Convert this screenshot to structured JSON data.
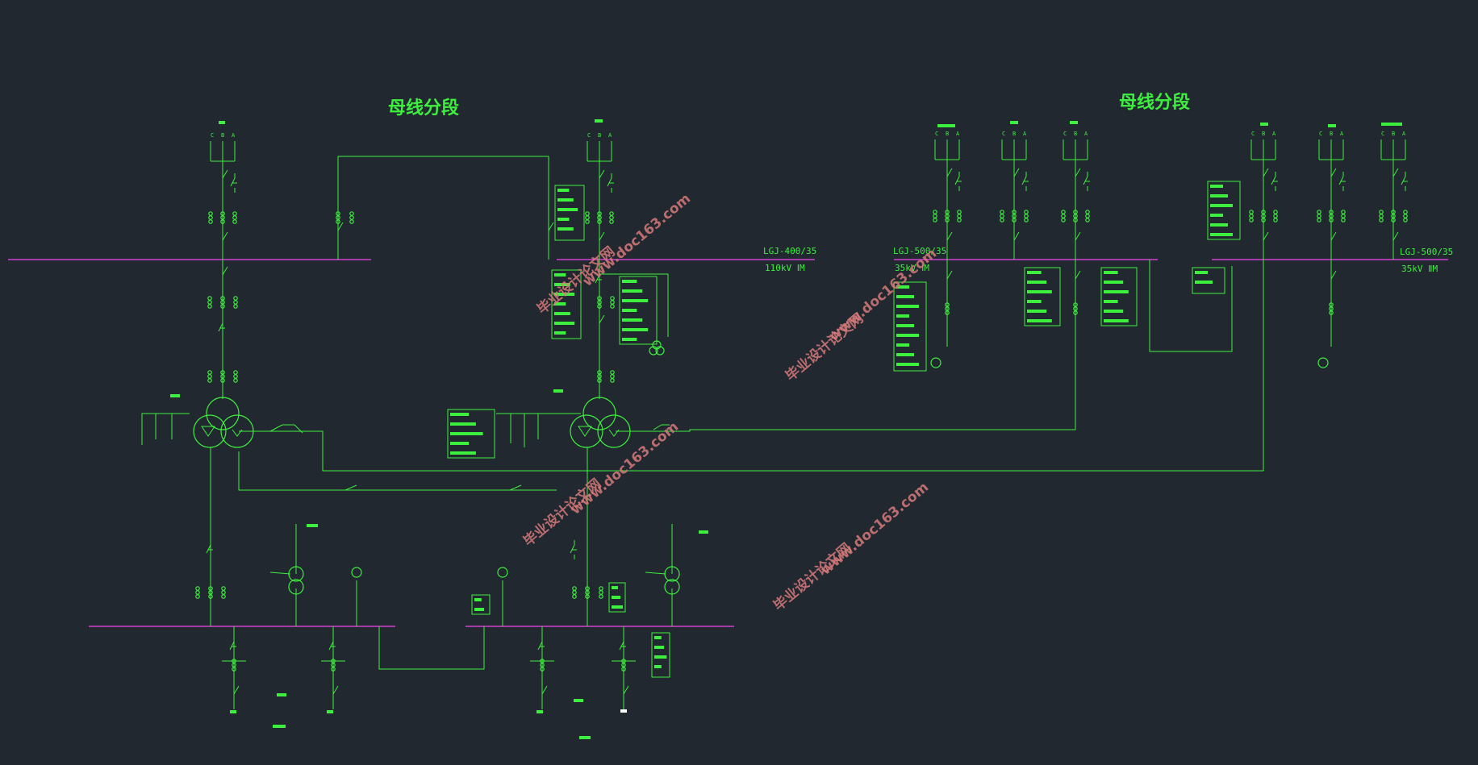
{
  "titles": {
    "left": "母线分段",
    "right": "母线分段"
  },
  "labels": {
    "left_line": "LGJ-400/35",
    "left_bus": "110kV ⅠM",
    "mid_line": "LGJ-500/35",
    "mid_bus": "35kV ⅠM",
    "right_line": "LGJ-500/35",
    "right_bus": "35kV ⅡM"
  },
  "phase_letters": [
    "C",
    "B",
    "A"
  ],
  "watermark": {
    "cn": "毕业设计论文网",
    "url": "www.doc163.com"
  },
  "colors": {
    "background": "#212830",
    "wire": "#3ef03e",
    "busbar": "#d040d0",
    "watermark": "#d87a7a"
  }
}
